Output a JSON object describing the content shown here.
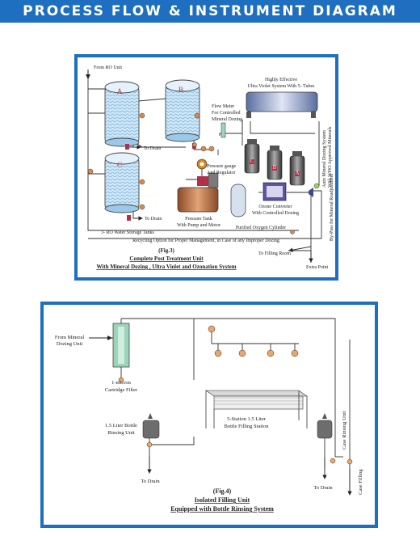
{
  "header": {
    "title": "PROCESS FLOW & INSTRUMENT DIAGRAM"
  },
  "fig3": {
    "from_ro": "From RO Unit",
    "tank_a": "A",
    "tank_b": "B",
    "tank_c": "C",
    "to_drain_1": "To Drain",
    "to_drain_2": "To Drain",
    "flow_meter_1": "Flow Meter",
    "flow_meter_2": "For Controlled",
    "flow_meter_3": "Mineral Dozing",
    "uv_1": "Highly Effective",
    "uv_2": "Ultra Violet System With 5- Tubes",
    "gauge_1": "Pressure gauge",
    "gauge_2": "And Regulator",
    "dosing_c": "C",
    "dosing_b": "B",
    "dosing_a": "A",
    "auto_dosing_1": "Auto Mineral Dozing System",
    "auto_dosing_2": "With WHO Approved Minerals",
    "bypass": "By-Pass for Mineral Readjustment",
    "ozone_1": "Ozone Converter",
    "ozone_2": "With Controlled Dozing",
    "pressure_tank_1": "Pressure Tank",
    "pressure_tank_2": "With Pump and Motor",
    "oxygen": "Purified Oxygen Cylinder",
    "storage": "3- RO Water Storage Tanks",
    "recycling": "Recycling Option for Proper Management, in Case of any Improper Dozing",
    "to_filling": "To Filling Room",
    "extra_point": "Extra Point",
    "caption_1": "(Fig.3)",
    "caption_2": "Complete Post Treatment  Unit",
    "caption_3": "With Mineral Dozing , Ultra Violet and Ozonation System"
  },
  "fig4": {
    "from_mineral_1": "From Mineral",
    "from_mineral_2": "Dozing Unit",
    "filter_1": "1-micron",
    "filter_2": "Cartridge Filter",
    "rinse_1": "1.5 Liter Bottle",
    "rinse_2": "Rinsing Unit",
    "station_1": "5-Station 1.5 Liter",
    "station_2": "Bottle Filling Station",
    "case_rinsing": "Case Rinsing Unit",
    "case_filling": "Case Filling",
    "to_drain_1": "To Drain",
    "to_drain_2": "To Drain",
    "caption_1": "(Fig.4)",
    "caption_2": "Isolated Filling  Unit",
    "caption_3": "Equipped with Bottle Rinsing System"
  },
  "colors": {
    "frame": "#1e6fc0",
    "tank": "#7ab7e0",
    "copper": "#b86a3a",
    "valve": "#b0304a",
    "gray": "#6d6d6d",
    "filter": "#9bd4b8"
  }
}
